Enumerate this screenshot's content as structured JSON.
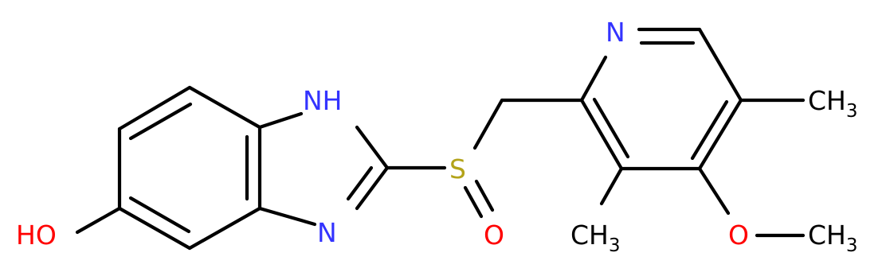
{
  "colors": {
    "carbon_bond": "#000000",
    "nitrogen": "#3333ff",
    "oxygen": "#ff0000",
    "sulfur": "#b3a31a",
    "text_dark": "#000000",
    "background": "#ffffff"
  },
  "atoms": {
    "hydroxyl": {
      "main": "HO"
    },
    "nh": {
      "main": "NH"
    },
    "imidazole_n": {
      "main": "N"
    },
    "sulfur": {
      "main": "S"
    },
    "sulfoxide_o": {
      "main": "O"
    },
    "pyridine_n": {
      "main": "N"
    },
    "methyl_top": {
      "main": "CH",
      "sub": "3"
    },
    "methyl_mid": {
      "main": "CH",
      "sub": "3"
    },
    "methoxy_o": {
      "main": "O"
    },
    "methoxy_c": {
      "main": "CH",
      "sub": "3"
    }
  }
}
